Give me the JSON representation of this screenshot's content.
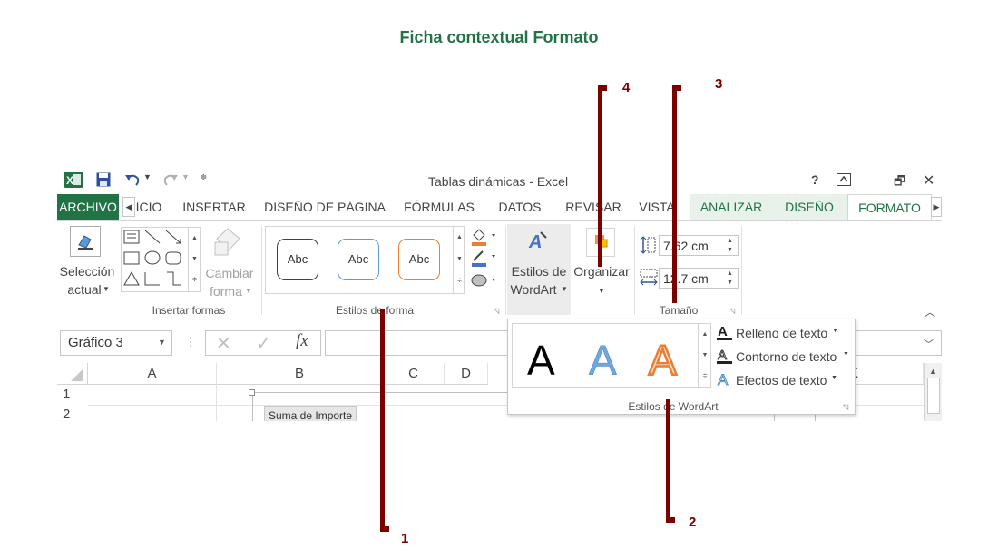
{
  "caption": "Ficha contextual  Formato",
  "titlebar": {
    "title": "Tablas dinámicas - Excel",
    "help": "?",
    "minimize": "—",
    "restore": "🗗",
    "close": "✕"
  },
  "tabs": {
    "archivo": "ARCHIVO",
    "inicio": "ICIO",
    "insertar": "INSERTAR",
    "diseno_pagina": "DISEÑO DE PÁGINA",
    "formulas": "FÓRMULAS",
    "datos": "DATOS",
    "revisar": "REVISAR",
    "vista": "VISTA",
    "analizar": "ANALIZAR",
    "diseno": "DISEÑO",
    "formato": "FORMATO"
  },
  "ribbon": {
    "seleccion_line1": "Selección",
    "seleccion_line2": "actual",
    "cambiar_line1": "Cambiar",
    "cambiar_line2": "forma",
    "insertar_formas_label": "Insertar formas",
    "abc1": "Abc",
    "abc2": "Abc",
    "abc3": "Abc",
    "estilos_forma_label": "Estilos de forma",
    "estilos_wordart_line1": "Estilos de",
    "estilos_wordart_line2": "WordArt",
    "organizar": "Organizar",
    "height_value": "7.62 cm",
    "width_value": "12.7 cm",
    "tamano_label": "Tamaño"
  },
  "formula_bar": {
    "name_box": "Gráfico 3",
    "fx": "fx"
  },
  "grid": {
    "columns": [
      "A",
      "B",
      "C",
      "D",
      "K"
    ],
    "rows": [
      "1",
      "2"
    ],
    "cell_button": "Suma de Importe"
  },
  "popup": {
    "letter": "A",
    "relleno": "Relleno de texto",
    "contorno": "Contorno de texto",
    "efectos": "Efectos de texto",
    "label": "Estilos de WordArt"
  },
  "markers": [
    "1",
    "2",
    "3",
    "4"
  ],
  "colors": {
    "excel_green": "#217346",
    "marker_red": "#7b0000",
    "context_tab_bg": "#e9f2ea",
    "abc1_border": "#404040",
    "abc2_border": "#5b9bd5",
    "abc3_border": "#ed7d31"
  }
}
